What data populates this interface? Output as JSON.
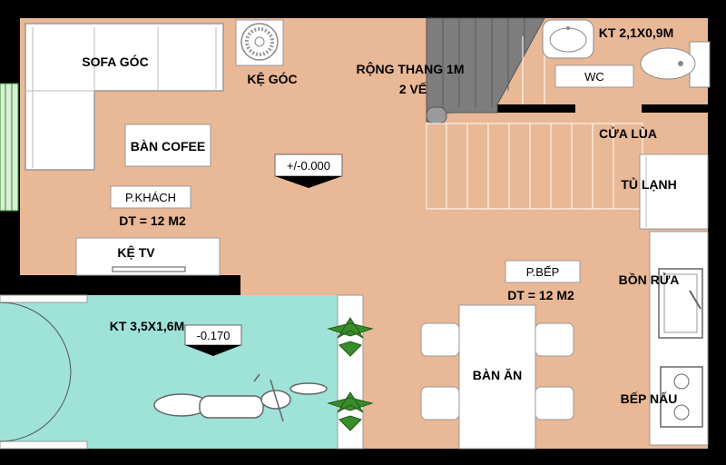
{
  "colors": {
    "floor": "#e9b896",
    "wall": "#000000",
    "garage": "#9fe2d8",
    "stair": "#7d7d7d",
    "furniture": "#ffffff",
    "plant": "#3a8c2a"
  },
  "rooms": {
    "living": {
      "name": "P.KHÁCH",
      "area": "DT = 12 M2"
    },
    "kitchen": {
      "name": "P.BẾP",
      "area": "DT = 12 M2"
    },
    "wc": {
      "name": "WC",
      "size": "KT 2,1X0,9M"
    },
    "garage": {
      "size": "KT 3,5X1,6M"
    }
  },
  "furniture": {
    "sofa": "SOFA GÓC",
    "corner_shelf": "KỆ GÓC",
    "coffee_table": "BÀN COFEE",
    "tv_shelf": "KỆ TV",
    "fridge": "TỦ LẠNH",
    "sink": "BỒN RỬA",
    "stove": "BẾP NẤU",
    "dining_table": "BÀN ĂN",
    "sliding_door": "CỬA LÙA"
  },
  "stair": {
    "line1": "RỘNG THANG 1M",
    "line2": "2 VẾ"
  },
  "levels": {
    "main": "+/-0.000",
    "garage": "-0.170"
  },
  "icons": [
    "sofa-icon",
    "fan-icon",
    "stair-icon",
    "washbasin-icon",
    "toilet-icon",
    "fridge-icon",
    "sink-icon",
    "stove-icon",
    "motorbike-icon",
    "plant-icon",
    "chair-icon",
    "door-swing-icon"
  ]
}
